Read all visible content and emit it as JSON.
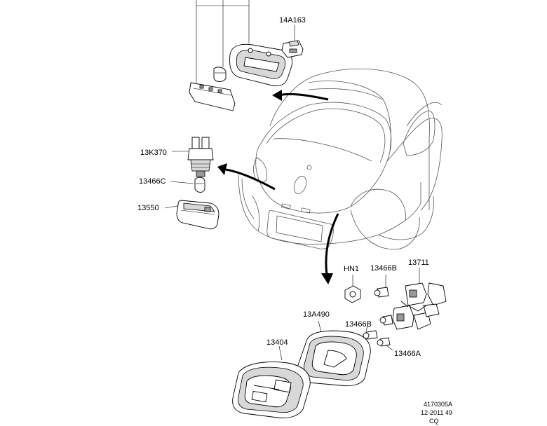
{
  "labels": {
    "l_14A163": "14A163",
    "l_13K370": "13K370",
    "l_13466C": "13466C",
    "l_13550": "13550",
    "l_HN1": "HN1",
    "l_13466B_top": "13466B",
    "l_13711": "13711",
    "l_13A490": "13A490",
    "l_13466B_mid": "13466B",
    "l_13404": "13404",
    "l_13466A": "13466A"
  },
  "footer": {
    "line1": "4170305A",
    "line2": "12-2011 49",
    "line3": "CQ"
  }
}
